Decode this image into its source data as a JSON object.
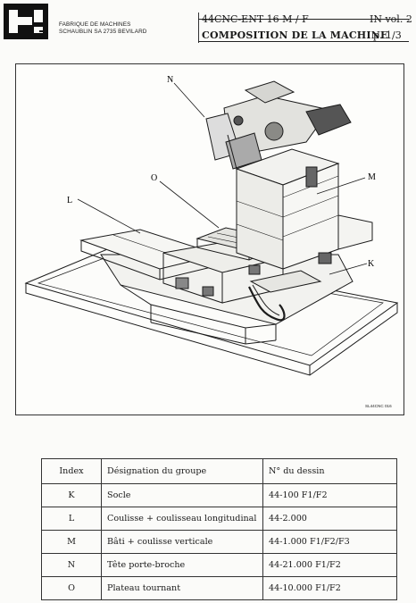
{
  "header": {
    "company_line1": "FABRIQUE DE MACHINES",
    "company_line2": "SCHAUBLIN SA 2735 BEVILARD",
    "title_line1": "44CNC-ENT 16 M / F",
    "title_line2": "COMPOSITION DE LA MACHINE",
    "ref_line1": "IN vol. 2",
    "ref_line2": "p. 1/3"
  },
  "figure": {
    "labels": {
      "N": "N",
      "O": "O",
      "L": "L",
      "M": "M",
      "K": "K"
    },
    "drawing_code": "SL44CNC 016"
  },
  "table": {
    "headers": [
      "Index",
      "Désignation du groupe",
      "N° du dessin"
    ],
    "rows": [
      [
        "K",
        "Socle",
        "44-100 F1/F2"
      ],
      [
        "L",
        "Coulisse + coulisseau longitudinal",
        "44-2.000"
      ],
      [
        "M",
        "Bâti + coulisse verticale",
        "44-1.000 F1/F2/F3"
      ],
      [
        "N",
        "Tête porte-broche",
        "44-21.000 F1/F2"
      ],
      [
        "O",
        "Plateau tournant",
        "44-10.000 F1/F2"
      ]
    ]
  }
}
